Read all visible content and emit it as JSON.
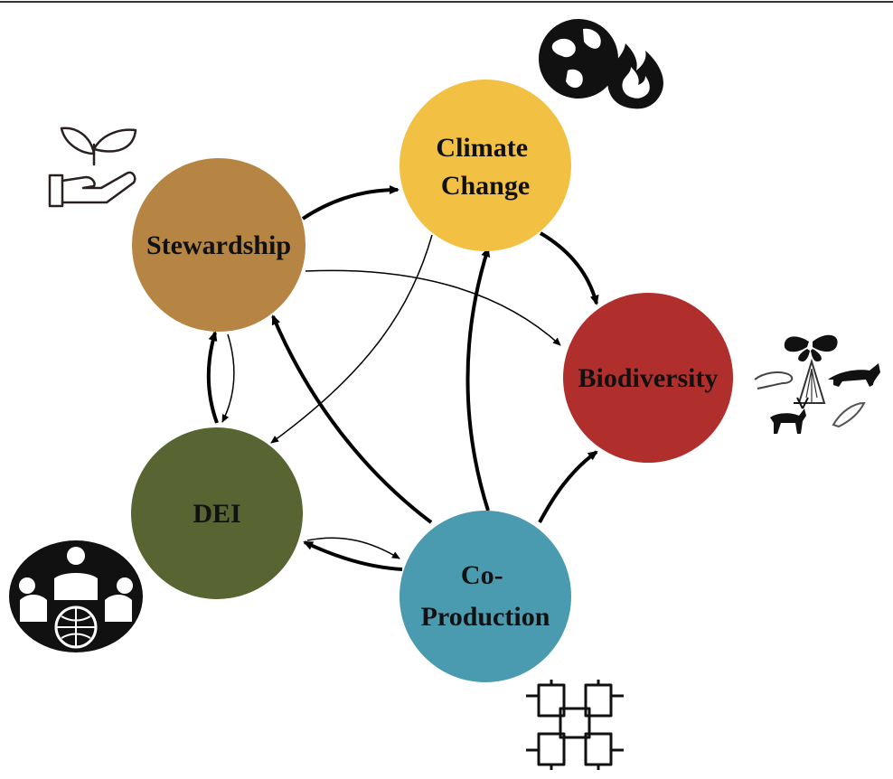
{
  "nodes": {
    "climate": {
      "line1": "Climate",
      "line2": "Change",
      "color": "#F2C144"
    },
    "stewardship": {
      "label": "Stewardship",
      "color": "#B78543"
    },
    "biodiversity": {
      "label": "Biodiversity",
      "color": "#B02F2D"
    },
    "dei": {
      "label": "DEI",
      "color": "#586431"
    },
    "coproduction": {
      "line1": "Co-",
      "line2": "Production",
      "color": "#4A9BB0"
    }
  },
  "icons": {
    "climate": "globe-fire-icon",
    "stewardship": "hand-plant-icon",
    "biodiversity": "wildlife-icon",
    "dei": "people-globe-icon",
    "coproduction": "linked-hands-icon"
  }
}
